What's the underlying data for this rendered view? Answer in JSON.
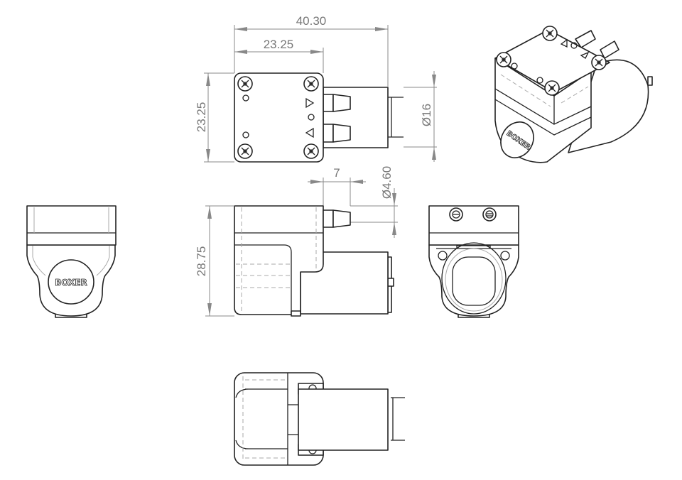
{
  "drawing": {
    "brand": "BOXER",
    "dimensions": {
      "overall_length": "40.30",
      "head_width": "23.25",
      "head_height": "23.25",
      "motor_diameter": "Ø16",
      "port_length": "7",
      "port_diameter": "Ø4.60",
      "total_height": "28.75"
    }
  }
}
